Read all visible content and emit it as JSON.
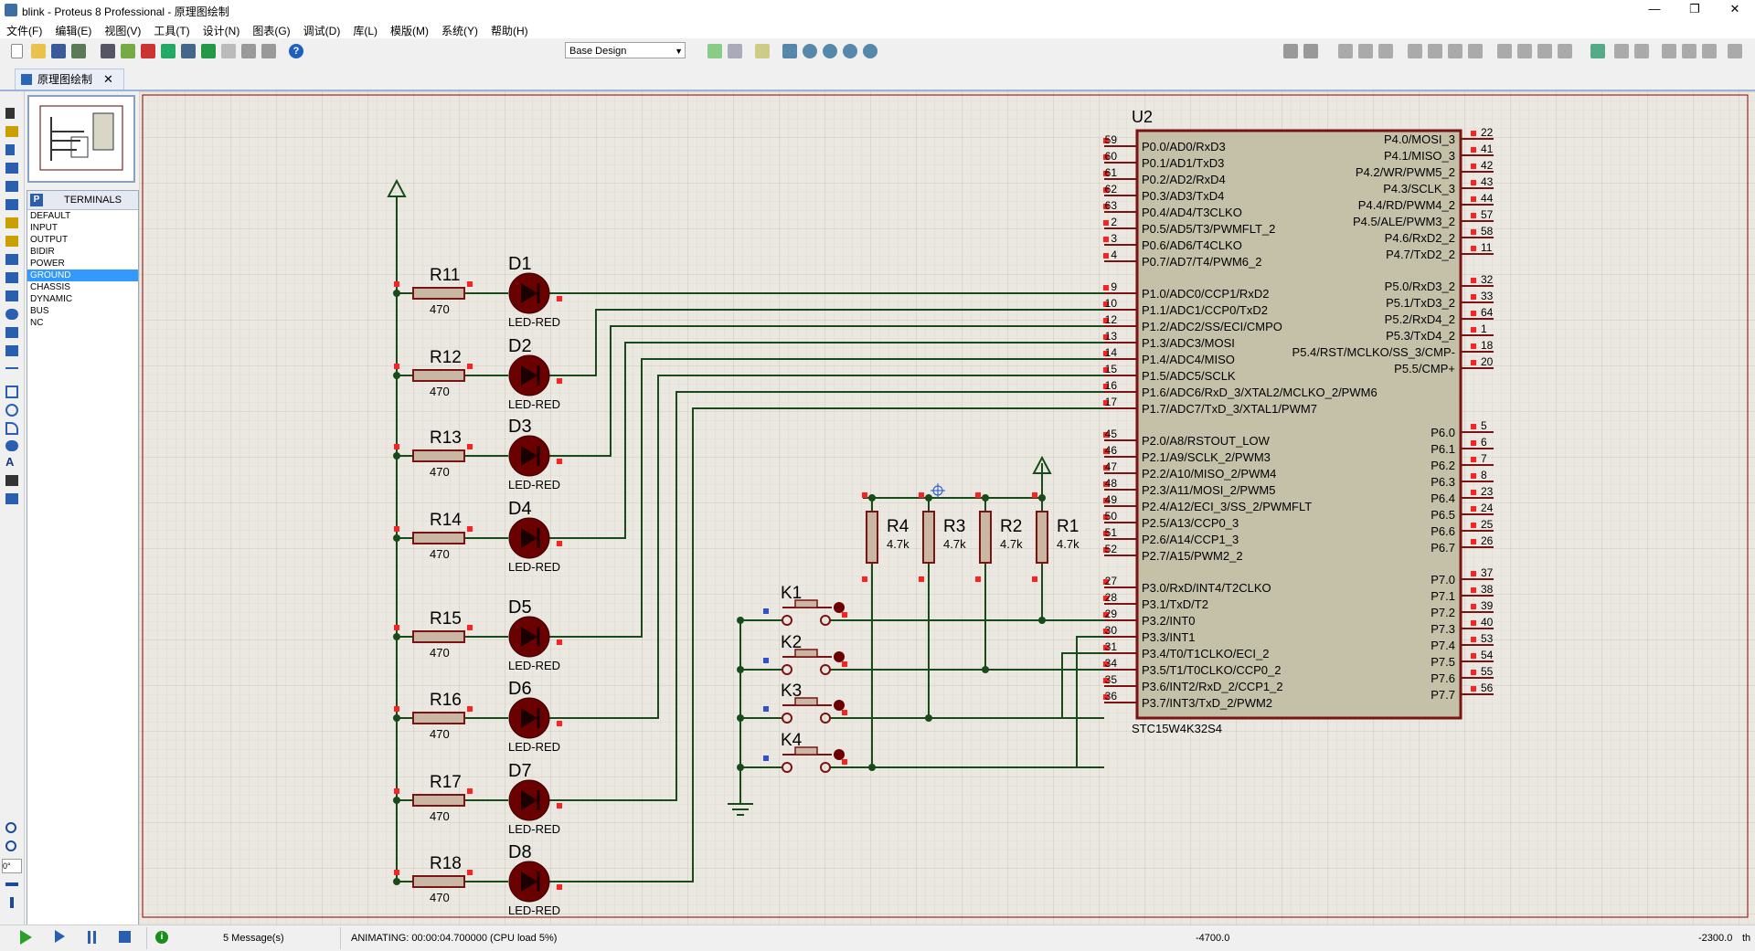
{
  "window": {
    "title": "blink - Proteus 8 Professional - 原理图绘制",
    "controls": {
      "minimize": "—",
      "maximize": "❐",
      "close": "✕"
    }
  },
  "menu": [
    "文件(F)",
    "编辑(E)",
    "视图(V)",
    "工具(T)",
    "设计(N)",
    "图表(G)",
    "调试(D)",
    "库(L)",
    "模版(M)",
    "系统(Y)",
    "帮助(H)"
  ],
  "toolbar": {
    "design_select": "Base Design"
  },
  "tab": {
    "label": "原理图绘制",
    "close": "✕"
  },
  "terminals": {
    "header_icon": "P",
    "header": "TERMINALS",
    "items": [
      "DEFAULT",
      "INPUT",
      "OUTPUT",
      "BIDIR",
      "POWER",
      "GROUND",
      "CHASSIS",
      "DYNAMIC",
      "BUS",
      "NC"
    ],
    "selected": "GROUND"
  },
  "rotation": "0°",
  "status": {
    "messages": "5 Message(s)",
    "animating": "ANIMATING: 00:00:04.700000 (CPU load 5%)",
    "x": "-4700.0",
    "y": "-2300.0",
    "unit": "th"
  },
  "schematic": {
    "chip": {
      "ref": "U2",
      "part": "STC15W4K32S4",
      "left_pins": [
        [
          "59",
          "P0.0/AD0/RxD3"
        ],
        [
          "60",
          "P0.1/AD1/TxD3"
        ],
        [
          "61",
          "P0.2/AD2/RxD4"
        ],
        [
          "62",
          "P0.3/AD3/TxD4"
        ],
        [
          "63",
          "P0.4/AD4/T3CLKO"
        ],
        [
          "2",
          "P0.5/AD5/T3/PWMFLT_2"
        ],
        [
          "3",
          "P0.6/AD6/T4CLKO"
        ],
        [
          "4",
          "P0.7/AD7/T4/PWM6_2"
        ],
        [
          "9",
          "P1.0/ADC0/CCP1/RxD2"
        ],
        [
          "10",
          "P1.1/ADC1/CCP0/TxD2"
        ],
        [
          "12",
          "P1.2/ADC2/SS/ECI/CMPO"
        ],
        [
          "13",
          "P1.3/ADC3/MOSI"
        ],
        [
          "14",
          "P1.4/ADC4/MISO"
        ],
        [
          "15",
          "P1.5/ADC5/SCLK"
        ],
        [
          "16",
          "P1.6/ADC6/RxD_3/XTAL2/MCLKO_2/PWM6"
        ],
        [
          "17",
          "P1.7/ADC7/TxD_3/XTAL1/PWM7"
        ],
        [
          "45",
          "P2.0/A8/RSTOUT_LOW"
        ],
        [
          "46",
          "P2.1/A9/SCLK_2/PWM3"
        ],
        [
          "47",
          "P2.2/A10/MISO_2/PWM4"
        ],
        [
          "48",
          "P2.3/A11/MOSI_2/PWM5"
        ],
        [
          "49",
          "P2.4/A12/ECI_3/SS_2/PWMFLT"
        ],
        [
          "50",
          "P2.5/A13/CCP0_3"
        ],
        [
          "51",
          "P2.6/A14/CCP1_3"
        ],
        [
          "52",
          "P2.7/A15/PWM2_2"
        ],
        [
          "27",
          "P3.0/RxD/INT4/T2CLKO"
        ],
        [
          "28",
          "P3.1/TxD/T2"
        ],
        [
          "29",
          "P3.2/INT0"
        ],
        [
          "30",
          "P3.3/INT1"
        ],
        [
          "31",
          "P3.4/T0/T1CLKO/ECI_2"
        ],
        [
          "34",
          "P3.5/T1/T0CLKO/CCP0_2"
        ],
        [
          "35",
          "P3.6/INT2/RxD_2/CCP1_2"
        ],
        [
          "36",
          "P3.7/INT3/TxD_2/PWM2"
        ]
      ],
      "right_pins": [
        [
          "22",
          "P4.0/MOSI_3"
        ],
        [
          "41",
          "P4.1/MISO_3"
        ],
        [
          "42",
          "P4.2/WR/PWM5_2"
        ],
        [
          "43",
          "P4.3/SCLK_3"
        ],
        [
          "44",
          "P4.4/RD/PWM4_2"
        ],
        [
          "57",
          "P4.5/ALE/PWM3_2"
        ],
        [
          "58",
          "P4.6/RxD2_2"
        ],
        [
          "11",
          "P4.7/TxD2_2"
        ],
        [
          "32",
          "P5.0/RxD3_2"
        ],
        [
          "33",
          "P5.1/TxD3_2"
        ],
        [
          "64",
          "P5.2/RxD4_2"
        ],
        [
          "1",
          "P5.3/TxD4_2"
        ],
        [
          "18",
          "P5.4/RST/MCLKO/SS_3/CMP-"
        ],
        [
          "20",
          "P5.5/CMP+"
        ],
        [
          "5",
          "P6.0"
        ],
        [
          "6",
          "P6.1"
        ],
        [
          "7",
          "P6.2"
        ],
        [
          "8",
          "P6.3"
        ],
        [
          "23",
          "P6.4"
        ],
        [
          "24",
          "P6.5"
        ],
        [
          "25",
          "P6.6"
        ],
        [
          "26",
          "P6.7"
        ],
        [
          "37",
          "P7.0"
        ],
        [
          "38",
          "P7.1"
        ],
        [
          "39",
          "P7.2"
        ],
        [
          "40",
          "P7.3"
        ],
        [
          "53",
          "P7.4"
        ],
        [
          "54",
          "P7.5"
        ],
        [
          "55",
          "P7.6"
        ],
        [
          "56",
          "P7.7"
        ]
      ]
    },
    "leds": [
      {
        "r": "R11",
        "rv": "470",
        "d": "D1",
        "dv": "LED-RED"
      },
      {
        "r": "R12",
        "rv": "470",
        "d": "D2",
        "dv": "LED-RED"
      },
      {
        "r": "R13",
        "rv": "470",
        "d": "D3",
        "dv": "LED-RED"
      },
      {
        "r": "R14",
        "rv": "470",
        "d": "D4",
        "dv": "LED-RED"
      },
      {
        "r": "R15",
        "rv": "470",
        "d": "D5",
        "dv": "LED-RED"
      },
      {
        "r": "R16",
        "rv": "470",
        "d": "D6",
        "dv": "LED-RED"
      },
      {
        "r": "R17",
        "rv": "470",
        "d": "D7",
        "dv": "LED-RED"
      },
      {
        "r": "R18",
        "rv": "470",
        "d": "D8",
        "dv": "LED-RED"
      }
    ],
    "pullups": [
      {
        "name": "R4",
        "value": "4.7k"
      },
      {
        "name": "R3",
        "value": "4.7k"
      },
      {
        "name": "R2",
        "value": "4.7k"
      },
      {
        "name": "R1",
        "value": "4.7k"
      }
    ],
    "keys": [
      "K1",
      "K2",
      "K3",
      "K4"
    ]
  },
  "colors": {
    "canvas": "#eae8e1",
    "wire": "#194a19",
    "component": "#7a1414",
    "chip_fill": "#c4c1a8",
    "pin_marker": "#ff2020"
  }
}
